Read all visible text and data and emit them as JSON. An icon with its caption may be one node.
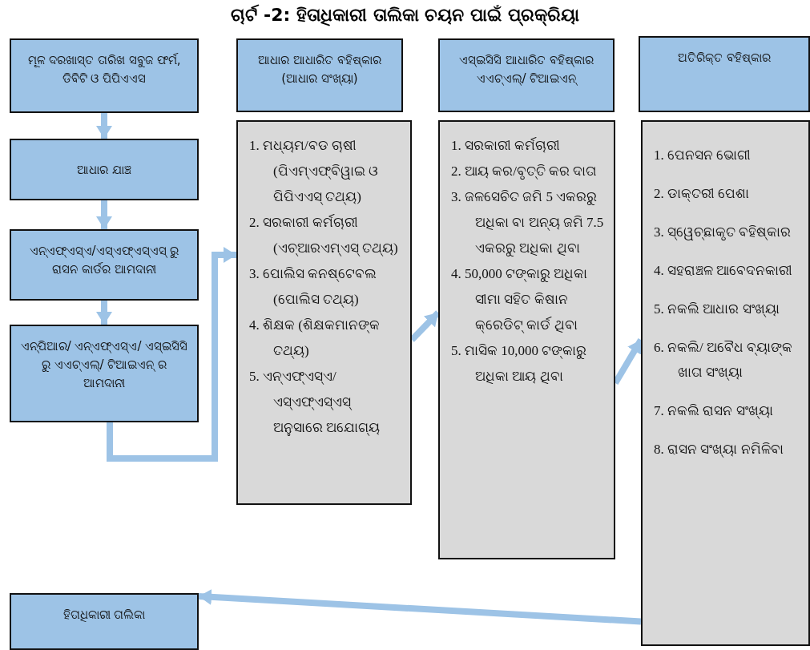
{
  "diagram": {
    "title": "ଚାର୍ଟ -2: ହିତାଧିକାରୀ ତାଲିକା ଚୟନ ପାଇଁ ପ୍ରକ୍ରିୟା",
    "nodes": [
      {
        "text": [
          "ମୂଳ ଦରଖାସ୍ତ ତାରିଖ ସବୁଜ ଫର୍ମ, ଡିବିଟି ଓ ପିପିଏଏସ"
        ]
      },
      {
        "text": [
          "ଆଧାର ଯାଞ୍ଚ"
        ]
      },
      {
        "text": [
          "ଏନ୍‌ଏଫ୍‌ଏସ୍‌ଏ/ଏସ୍‌ଏଫ୍‌ଏସ୍‌ଏସ୍ ରୁ ରାସନ କାର୍ଡର ଆମଦାନୀ"
        ]
      },
      {
        "text": [
          "ଏନ୍‌ପିଆର/ ଏନ୍‌ଏଫ୍‌ଏସ୍‌ଏ/ ଏସ୍‌ଇସିସି ରୁ ଏଏଚ୍‌ଏଲ୍/ ଟିଆଇଏନ୍ ର ଆମଦାନୀ"
        ]
      },
      {
        "text": [
          "ଆଧାର ଆଧାରିତ ବହିଷ୍କାର (ଆଧାର ସଂଖ୍ୟା)"
        ]
      },
      {
        "text": [
          "1. ମଧ୍ୟମ/ବଡ ଚାଷୀ (ପିଏମ୍‌ଏଫ୍‌ବିୱାଇ ଓ ପିପିଏଏସ୍ ତଥ୍ୟ)",
          "2. ସରକାରୀ କର୍ମଚାରୀ (ଏଚ୍‌ଆରଏମ୍‌ଏସ୍ ତଥ୍ୟ)",
          "3. ପୋଲିସ କନଷ୍ଟେବଲ (ପୋଲିସ ତଥ୍ୟ)",
          "4. ଶିକ୍ଷକ (ଶିକ୍ଷକମାନଙ୍କ ତଥ୍ୟ)",
          "5. ଏନ୍‌ଏଫ୍‌ଏସ୍‌ଏ/ ଏସ୍‌ଏଫ୍‌ଏସ୍‌ଏସ୍ ଅନୁସାରେ ଅଯୋଗ୍ୟ"
        ]
      },
      {
        "text": [
          "ଏସ୍‌ଇସିସି ଆଧାରିତ ବହିଷ୍କାର ଏଏଚ୍‌ଏଲ୍/ ଟିଆଇଏନ୍"
        ]
      },
      {
        "text": [
          "1. ସରକାରୀ କର୍ମଚାରୀ",
          "2. ଆୟ କର/ବୃତ୍ତି କର ଦାତା",
          "3. ଜଳସେଚିତ ଜମି 5 ଏକରରୁ ଅଧିକା ବା ଅନ୍ୟ ଜମି 7.5 ଏକରରୁ ଅଧିକା ଥିବା",
          "4. 50,000 ଟଙ୍କାରୁ ଅଧିକା ସୀମା ସହିତ କିଷାନ କ୍ରେଡିଟ୍ କାର୍ଡ ଥିବା",
          "5. ମାସିକ 10,000 ଟଙ୍କାରୁ ଅଧିକା ଆୟ ଥିବା"
        ]
      },
      {
        "text": [
          "ଅତିରିକ୍ତ ବହିଷ୍କାର"
        ]
      },
      {
        "text": [
          "1. ପେନସନ ଭୋଗୀ",
          "2. ଡାକ୍ତରୀ ପେଶା",
          "3. ସ୍ୱେଚ୍ଛାକୃତ ବହିଷ୍କାର",
          "4. ସହରାଞ୍ଚଳ ଆବେଦନକାରୀ",
          "5. ନକଲି ଆଧାର ସଂଖ୍ୟା",
          "6. ନକଲି/ ଅବୈଧ ବ୍ୟାଙ୍କ ଖାତା ସଂଖ୍ୟା",
          "7. ନକଲି ରାସନ ସଂଖ୍ୟା",
          "8. ରାସନ ସଂଖ୍ୟା ନମିଳିବା"
        ]
      },
      {
        "text": [
          "ହିତାଧିକାରୀ ତାଲିକା"
        ]
      }
    ],
    "edges": [
      {
        "from": 0,
        "to": 1,
        "arrow": "to"
      },
      {
        "from": 1,
        "to": 2,
        "arrow": "to"
      },
      {
        "from": 2,
        "to": 3,
        "arrow": "to"
      },
      {
        "from": 3,
        "to": 5,
        "arrow": "to"
      },
      {
        "from": 5,
        "to": 7,
        "arrow": "to"
      },
      {
        "from": 7,
        "to": 9,
        "arrow": "to"
      },
      {
        "from": 9,
        "to": 10,
        "arrow": "to"
      }
    ]
  }
}
